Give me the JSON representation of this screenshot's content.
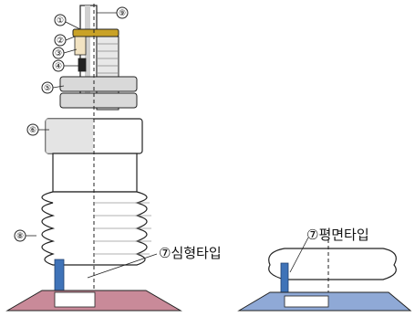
{
  "callouts": [
    {
      "id": "1",
      "label": "①"
    },
    {
      "id": "2",
      "label": "②"
    },
    {
      "id": "3",
      "label": "③"
    },
    {
      "id": "4",
      "label": "④"
    },
    {
      "id": "5",
      "label": "⑤"
    },
    {
      "id": "6",
      "label": "⑥"
    },
    {
      "id": "8",
      "label": "⑧"
    },
    {
      "id": "9",
      "label": "⑨"
    }
  ],
  "type_labels": {
    "deep": "⑦심형타입",
    "flat": "⑦평면타입"
  },
  "colors": {
    "outline": "#222222",
    "body_fill": "#ffffff",
    "shade": "#c9c9c9",
    "brass": "#c9a227",
    "blue_part": "#3f73b8",
    "pad_pink": "#c98a99",
    "pad_blue": "#8fa9d6",
    "nut_gray": "#d9d9d9"
  }
}
